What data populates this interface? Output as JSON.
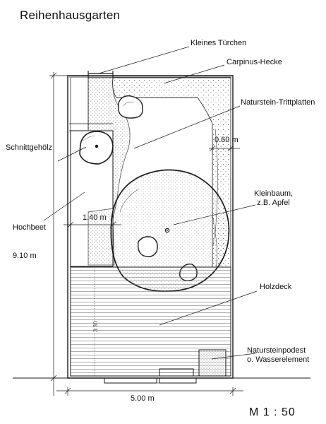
{
  "title": "Reihenhausgarten",
  "labels": {
    "kleines_tuerchen": "Kleines Türchen",
    "carpinus_hecke": "Carpinus-Hecke",
    "naturstein_trittplatten": "Naturstein-Trittplatten",
    "schnittgehoelz": "Schnittgehölz",
    "kleinbaum_line1": "Kleinbaum,",
    "kleinbaum_line2": "z.B. Apfel",
    "hochbeet": "Hochbeet",
    "holzdeck": "Holzdeck",
    "natursteinpodest_line1": "Natursteinpodest",
    "natursteinpodest_line2": "o. Wasserelement"
  },
  "dimensions": {
    "hedge_width": "0.60 m",
    "bed_width": "1.40 m",
    "garden_length": "9.10 m",
    "garden_width": "5.00 m",
    "deck_length": "3.30"
  },
  "scale": "M  1 : 50",
  "colors": {
    "ink": "#1a1a1a",
    "hatch": "#555555",
    "paper": "#ffffff"
  }
}
